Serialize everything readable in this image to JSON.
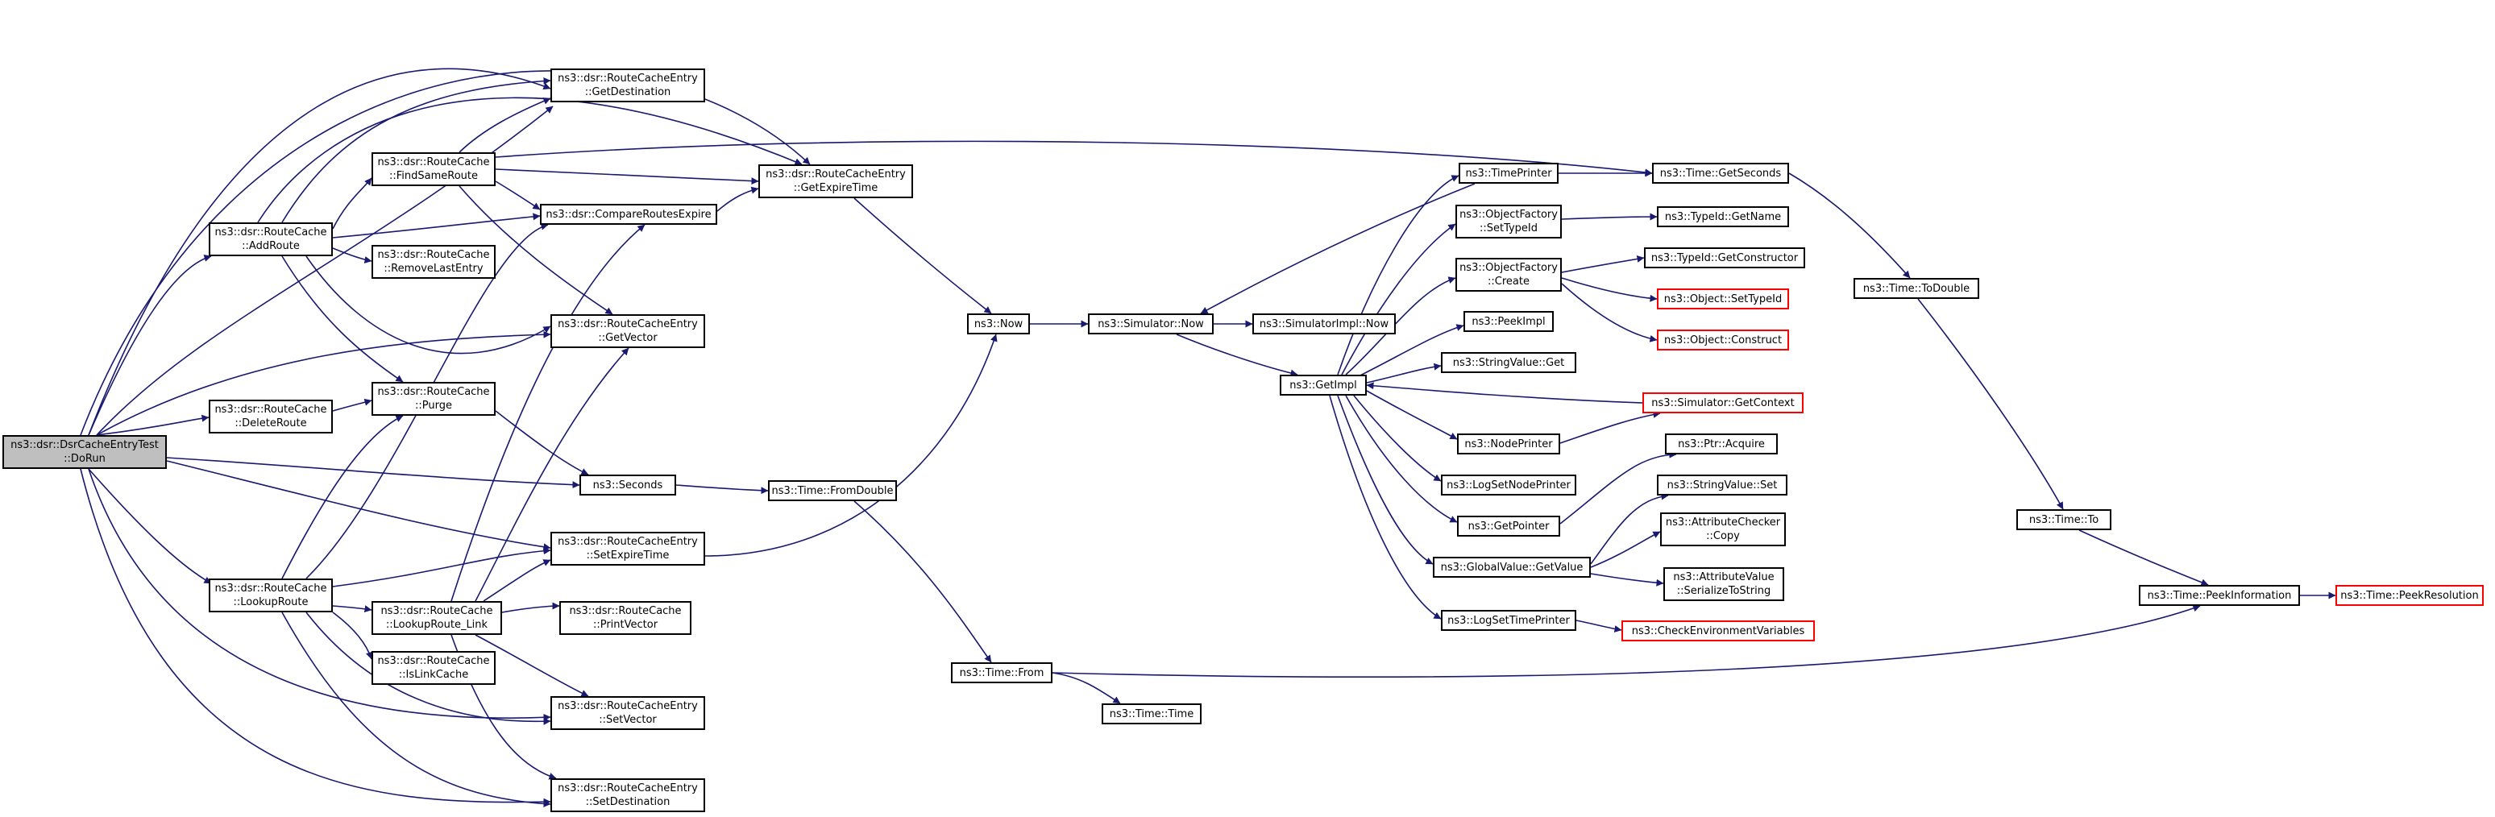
{
  "diagram": {
    "nodes": {
      "dorun": {
        "line1": "ns3::dsr::DsrCacheEntryTest",
        "line2": "::DoRun"
      },
      "addroute": {
        "line1": "ns3::dsr::RouteCache",
        "line2": "::AddRoute"
      },
      "deleteroute": {
        "line1": "ns3::dsr::RouteCache",
        "line2": "::DeleteRoute"
      },
      "lookuproute": {
        "line1": "ns3::dsr::RouteCache",
        "line2": "::LookupRoute"
      },
      "findsameroute": {
        "line1": "ns3::dsr::RouteCache",
        "line2": "::FindSameRoute"
      },
      "removelastentry": {
        "line1": "ns3::dsr::RouteCache",
        "line2": "::RemoveLastEntry"
      },
      "purge": {
        "line1": "ns3::dsr::RouteCache",
        "line2": "::Purge"
      },
      "lookuproutelink": {
        "line1": "ns3::dsr::RouteCache",
        "line2": "::LookupRoute_Link"
      },
      "islinkcache": {
        "line1": "ns3::dsr::RouteCache",
        "line2": "::IsLinkCache"
      },
      "getdestination": {
        "line1": "ns3::dsr::RouteCacheEntry",
        "line2": "::GetDestination"
      },
      "compareroutesexpire": {
        "line1": "ns3::dsr::CompareRoutesExpire"
      },
      "getvector": {
        "line1": "ns3::dsr::RouteCacheEntry",
        "line2": "::GetVector"
      },
      "seconds": {
        "line1": "ns3::Seconds"
      },
      "setexpiretime": {
        "line1": "ns3::dsr::RouteCacheEntry",
        "line2": "::SetExpireTime"
      },
      "printvector": {
        "line1": "ns3::dsr::RouteCache",
        "line2": "::PrintVector"
      },
      "setvector": {
        "line1": "ns3::dsr::RouteCacheEntry",
        "line2": "::SetVector"
      },
      "setdestination": {
        "line1": "ns3::dsr::RouteCacheEntry",
        "line2": "::SetDestination"
      },
      "getexpiretime": {
        "line1": "ns3::dsr::RouteCacheEntry",
        "line2": "::GetExpireTime"
      },
      "timefromdouble": {
        "line1": "ns3::Time::FromDouble"
      },
      "now": {
        "line1": "ns3::Now"
      },
      "timefrom": {
        "line1": "ns3::Time::From"
      },
      "simulatornow": {
        "line1": "ns3::Simulator::Now"
      },
      "timetime": {
        "line1": "ns3::Time::Time"
      },
      "simimplnow": {
        "line1": "ns3::SimulatorImpl::Now"
      },
      "getimpl": {
        "line1": "ns3::GetImpl"
      },
      "timeprinter": {
        "line1": "ns3::TimePrinter"
      },
      "ofsettypeid": {
        "line1": "ns3::ObjectFactory",
        "line2": "::SetTypeId"
      },
      "ofcreate": {
        "line1": "ns3::ObjectFactory",
        "line2": "::Create"
      },
      "peekimpl": {
        "line1": "ns3::PeekImpl"
      },
      "stringvalueget": {
        "line1": "ns3::StringValue::Get"
      },
      "nodeprinter": {
        "line1": "ns3::NodePrinter"
      },
      "logsetnodeprinter": {
        "line1": "ns3::LogSetNodePrinter"
      },
      "getpointer": {
        "line1": "ns3::GetPointer"
      },
      "globalvaluegetvalue": {
        "line1": "ns3::GlobalValue::GetValue"
      },
      "logsettimeprinter": {
        "line1": "ns3::LogSetTimePrinter"
      },
      "getseconds": {
        "line1": "ns3::Time::GetSeconds"
      },
      "typeidgetname": {
        "line1": "ns3::TypeId::GetName"
      },
      "typeidgetconstructor": {
        "line1": "ns3::TypeId::GetConstructor"
      },
      "objectsettypeid": {
        "line1": "ns3::Object::SetTypeId"
      },
      "objectconstruct": {
        "line1": "ns3::Object::Construct"
      },
      "simulatorgetcontext": {
        "line1": "ns3::Simulator::GetContext"
      },
      "ptracquire": {
        "line1": "ns3::Ptr::Acquire"
      },
      "stringvalueset": {
        "line1": "ns3::StringValue::Set"
      },
      "attrcheckercopy": {
        "line1": "ns3::AttributeChecker",
        "line2": "::Copy"
      },
      "attrvalueserialize": {
        "line1": "ns3::AttributeValue",
        "line2": "::SerializeToString"
      },
      "checkenvvars": {
        "line1": "ns3::CheckEnvironmentVariables"
      },
      "timetodouble": {
        "line1": "ns3::Time::ToDouble"
      },
      "timeto": {
        "line1": "ns3::Time::To"
      },
      "peekinformation": {
        "line1": "ns3::Time::PeekInformation"
      },
      "peekresolution": {
        "line1": "ns3::Time::PeekResolution"
      }
    },
    "colors": {
      "edge": "#191970",
      "node_border": "#000000",
      "truncated_border": "#ff0000",
      "root_fill": "#bfbfbf"
    }
  }
}
